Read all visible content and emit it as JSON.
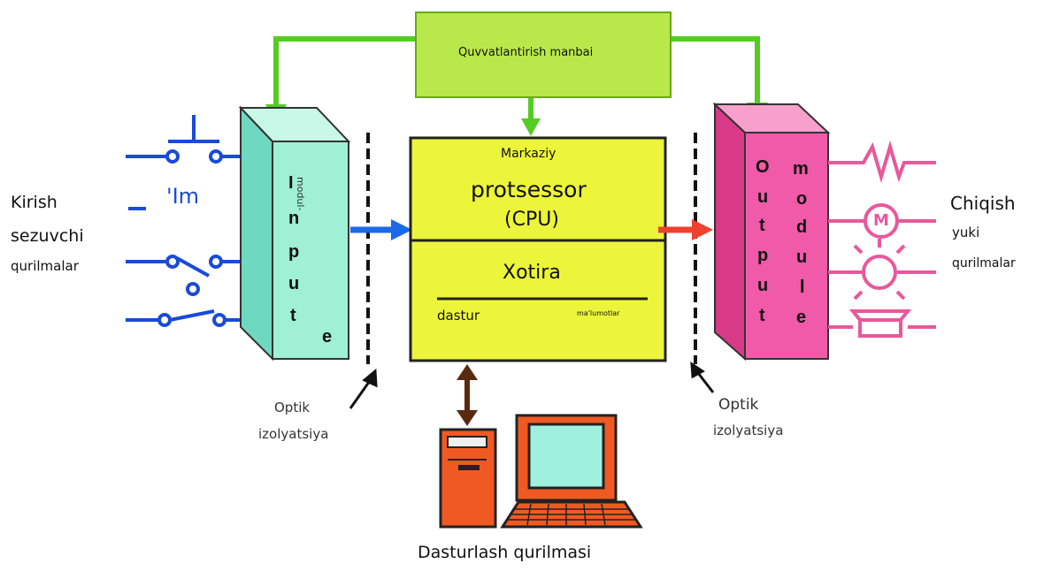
{
  "power_supply": {
    "label": "Quvvatlantirish manbai"
  },
  "cpu": {
    "top_label": "Markaziy",
    "main_label": "protsessor",
    "abbr_label": "(CPU)",
    "memory_label": "Xotira",
    "program_label": "dastur",
    "data_label": "ma'lumotlar"
  },
  "input_module": {
    "letters": [
      "I",
      "n",
      "p",
      "u",
      "t"
    ],
    "side_label": "modul-",
    "extra_letter": "e",
    "blue_text": "'Im"
  },
  "output_module": {
    "letters_left": [
      "O",
      "u",
      "t",
      "p",
      "u",
      "t"
    ],
    "letters_right": [
      "m",
      "o",
      "d",
      "u",
      "l",
      "e"
    ]
  },
  "left_label": {
    "line1": "Kirish",
    "line2": "sezuvchi",
    "line3": "qurilmalar"
  },
  "right_label": {
    "line1": "Chiqish",
    "line2": "yuki",
    "line3": "qurilmalar"
  },
  "optic_left": {
    "line1": "Optik",
    "line2": "izolyatsiya"
  },
  "optic_right": {
    "line1": "Optik",
    "line2": "izolyatsiya"
  },
  "programming_device": {
    "label": "Dasturlash qurilmasi"
  },
  "motor_symbol": "M",
  "colors": {
    "power_green": "#b8e84a",
    "wire_green": "#55cc22",
    "cpu_yellow": "#ecf53a",
    "input_cyan": "#9ff0d4",
    "output_pink": "#f05aa8",
    "blue_wire": "#1a4ad8",
    "pink_wire": "#e8589a",
    "orange_pc": "#f05a22",
    "screen_cyan": "#a0f0e0",
    "arrow_red": "#f04030",
    "arrow_brown": "#5a2a10"
  }
}
